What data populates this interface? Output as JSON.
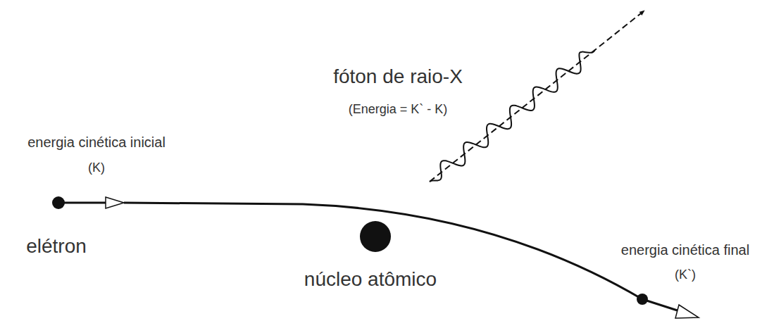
{
  "diagram": {
    "labels": [
      "fóton de raio-X",
      "(Energia = K` - K)",
      "energia cinética inicial",
      "(K)",
      "elétron",
      "núcleo atômico",
      "energia cinética final",
      "(K`)"
    ]
  }
}
